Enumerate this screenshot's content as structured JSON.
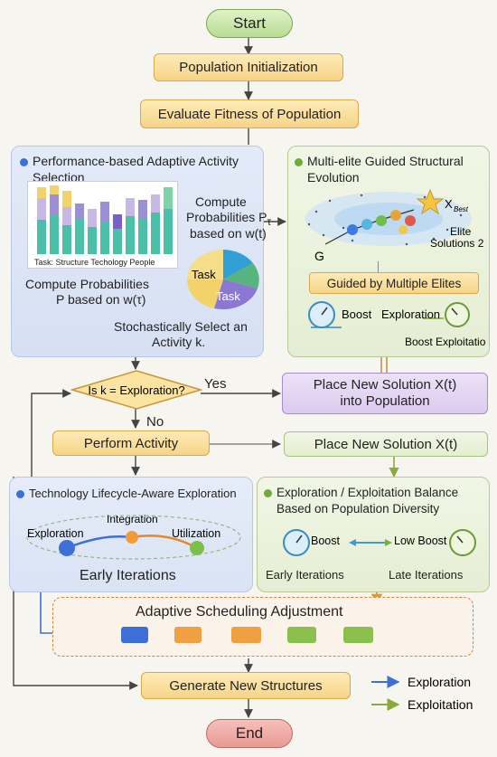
{
  "nodes": {
    "start": "Start",
    "pop_init": "Population Initialization",
    "eval_fitness": "Evaluate Fitness of Population",
    "decision": "Is k = Exploration?",
    "decision_yes": "Yes",
    "decision_no": "No",
    "place_pop_l1": "Place New Solution X(t)",
    "place_pop_l2": "into Population",
    "perform_activity": "Perform Activity",
    "place_new": "Place New Solution X(t)",
    "generate": "Generate New Structures",
    "end": "End"
  },
  "panel_left_top": {
    "title_l1": "Performance-based Adaptive Activity",
    "title_l2": "Selection",
    "chart_caption": "Task: Structure Techology People",
    "compute1_l1": "Compute",
    "compute1_l2": "Probabilities P",
    "compute1_sub": "τ",
    "compute1_l3": "based on w(t)",
    "compute2_l1": "Compute Probabilities",
    "compute2_l2": "P  based on w(τ)",
    "pie_label1": "Task",
    "pie_label2": "Task",
    "select_l1": "Stochastically Select an",
    "select_l2": "Activity k."
  },
  "panel_right_top": {
    "title_l1": "Multi-elite Guided Structural",
    "title_l2": "Evolution",
    "xbest": "X",
    "xbest_sub": "Best",
    "elite_l1": "Elite",
    "elite_l2": "Solutions 2",
    "g_label": "G",
    "guided": "Guided by Multiple Elites",
    "boost": "Boost",
    "exploration": "Exploration",
    "boost_exploitation": "Boost Exploitation"
  },
  "panel_left_bottom": {
    "title": "Technology Lifecycle-Aware Exploration",
    "exploration": "Exploration",
    "integration": "Integration",
    "utilization": "Utilization",
    "early": "Early Iterations"
  },
  "panel_right_bottom": {
    "title_l1": "Exploration / Exploitation Balance",
    "title_l2": "Based on Population Diversity",
    "boost": "Boost",
    "low_boost": "Low Boost",
    "early": "Early Iterations",
    "late": "Late Iterations"
  },
  "adaptive": {
    "title": "Adaptive Scheduling Adjustment"
  },
  "legend": {
    "exploration": "Exploration",
    "exploitation": "Exploitation",
    "exploration_color": "#3d6fd6",
    "exploitation_color": "#8aaa3c"
  },
  "colors": {
    "panel_blue": "#dde6f6",
    "panel_green": "#edf3df",
    "dot_blue": "#3d6fd6",
    "dot_green": "#6faa3a"
  }
}
